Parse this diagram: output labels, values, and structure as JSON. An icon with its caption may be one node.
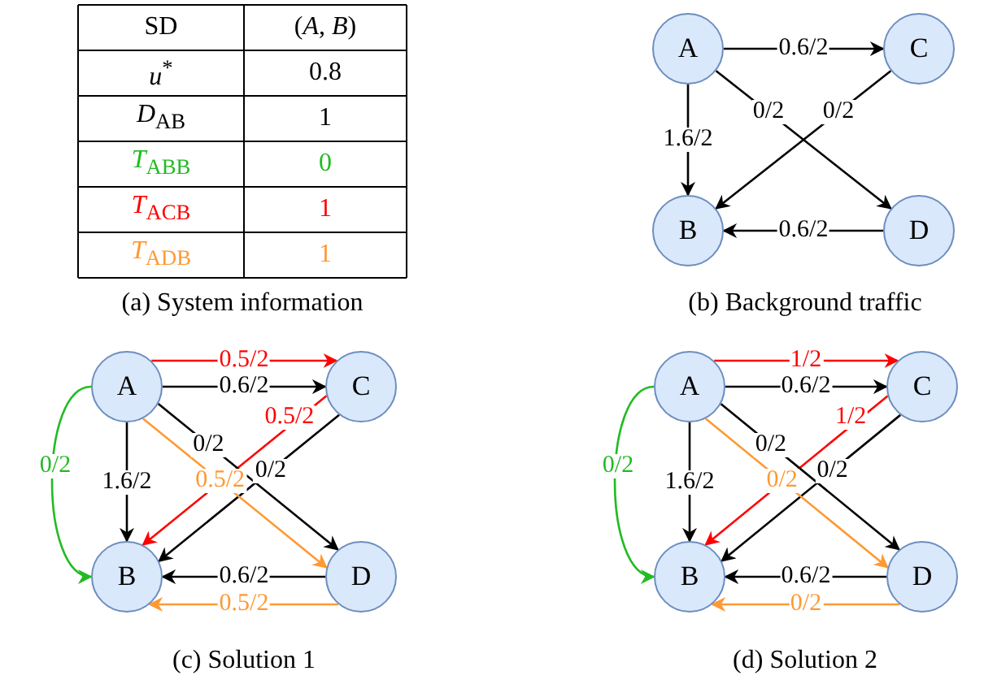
{
  "diagram": {
    "nodes": [
      {
        "text": [
          "A"
        ]
      },
      {
        "text": [
          "C"
        ]
      },
      {
        "text": [
          "B"
        ]
      },
      {
        "text": [
          "D"
        ]
      },
      {
        "text": [
          "A"
        ]
      },
      {
        "text": [
          "C"
        ]
      },
      {
        "text": [
          "B"
        ]
      },
      {
        "text": [
          "D"
        ]
      },
      {
        "text": [
          "A"
        ]
      },
      {
        "text": [
          "C"
        ]
      },
      {
        "text": [
          "B"
        ]
      },
      {
        "text": [
          "D"
        ]
      }
    ],
    "edges": [
      {
        "from": 0,
        "to": 1,
        "arrow": "to",
        "label": "0.6/2"
      },
      {
        "from": 0,
        "to": 3,
        "arrow": "to",
        "label": "0/2"
      },
      {
        "from": 1,
        "to": 2,
        "arrow": "to",
        "label": "0/2"
      },
      {
        "from": 0,
        "to": 2,
        "arrow": "to",
        "label": "1.6/2"
      },
      {
        "from": 3,
        "to": 2,
        "arrow": "to",
        "label": "0.6/2"
      },
      {
        "from": 4,
        "to": 5,
        "arrow": "to",
        "label": "0.5/2",
        "color": "#ff0000"
      },
      {
        "from": 4,
        "to": 5,
        "arrow": "to",
        "label": "0.6/2"
      },
      {
        "from": 5,
        "to": 6,
        "arrow": "to",
        "label": "0.5/2",
        "color": "#ff0000"
      },
      {
        "from": 4,
        "to": 7,
        "arrow": "to",
        "label": "0/2"
      },
      {
        "from": 5,
        "to": 6,
        "arrow": "to",
        "label": "0/2"
      },
      {
        "from": 4,
        "to": 6,
        "arrow": "to",
        "label": "0/2",
        "color": "#22bb22"
      },
      {
        "from": 4,
        "to": 6,
        "arrow": "to",
        "label": "1.6/2"
      },
      {
        "from": 4,
        "to": 7,
        "arrow": "to",
        "label": "0.5/2",
        "color": "#ff9933"
      },
      {
        "from": 7,
        "to": 6,
        "arrow": "to",
        "label": "0.6/2"
      },
      {
        "from": 7,
        "to": 6,
        "arrow": "to",
        "label": "0.5/2",
        "color": "#ff9933"
      },
      {
        "from": 8,
        "to": 9,
        "arrow": "to",
        "label": "1/2",
        "color": "#ff0000"
      },
      {
        "from": 8,
        "to": 9,
        "arrow": "to",
        "label": "0.6/2"
      },
      {
        "from": 9,
        "to": 10,
        "arrow": "to",
        "label": "1/2",
        "color": "#ff0000"
      },
      {
        "from": 8,
        "to": 11,
        "arrow": "to",
        "label": "0/2"
      },
      {
        "from": 9,
        "to": 10,
        "arrow": "to",
        "label": "0/2"
      },
      {
        "from": 8,
        "to": 10,
        "arrow": "to",
        "label": "0/2",
        "color": "#22bb22"
      },
      {
        "from": 8,
        "to": 10,
        "arrow": "to",
        "label": "1.6/2"
      },
      {
        "from": 8,
        "to": 11,
        "arrow": "to",
        "label": "0/2",
        "color": "#ff9933"
      },
      {
        "from": 11,
        "to": 10,
        "arrow": "to",
        "label": "0.6/2"
      },
      {
        "from": 11,
        "to": 10,
        "arrow": "to",
        "label": "0/2",
        "color": "#ff9933"
      }
    ],
    "labels": [
      "SD",
      "(*A*, *B*)",
      "*u*$^{*}$",
      "0.8",
      "*D*$_{AB}$",
      "1",
      "*T*$_{ABB}$",
      "0",
      "*T*$_{ACB}$",
      "1",
      "*T*$_{ADB}$",
      "1",
      "(a) System information",
      "(b) Background traffic",
      "(c) Solution 1",
      "(d) Solution 2"
    ]
  }
}
